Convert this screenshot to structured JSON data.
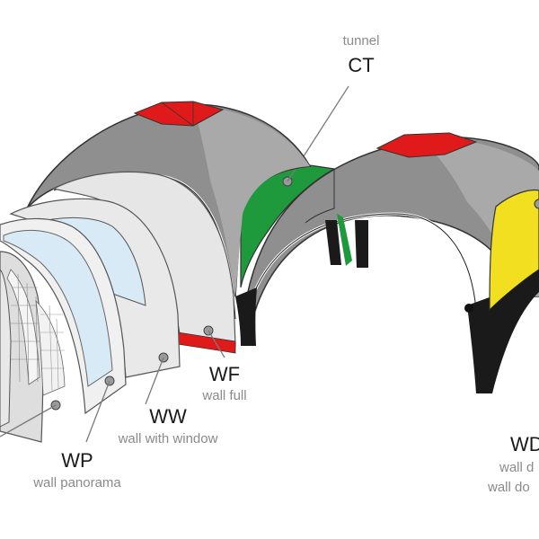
{
  "labels": {
    "ct": {
      "code": "CT",
      "name": "tunnel"
    },
    "wf": {
      "code": "WF",
      "name": "wall full"
    },
    "ww": {
      "code": "WW",
      "name": "wall with window"
    },
    "wp": {
      "code": "WP",
      "name": "wall panorama"
    },
    "wd": {
      "code": "WD",
      "name1": "wall d",
      "name2": "wall do"
    }
  },
  "colors": {
    "dome_grey": "#8f8f8f",
    "dome_light": "#a9a9a9",
    "tunnel_green": "#1e9a3c",
    "accent_red": "#e01a1a",
    "door_yellow": "#f2e020",
    "leg_black": "#1a1a1a",
    "panel_light": "#e6e6e6",
    "window_blue": "#d8eaf6"
  }
}
